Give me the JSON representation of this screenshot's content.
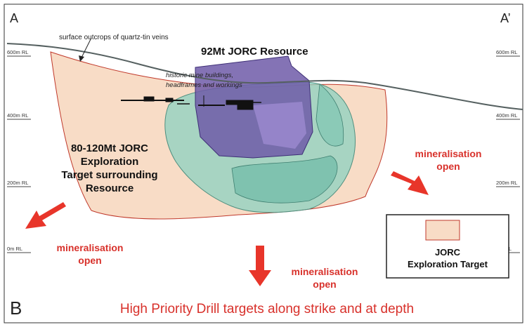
{
  "section": {
    "start_label": "A",
    "end_label": "A’",
    "panel_label": "B"
  },
  "rl_levels": [
    "600m RL",
    "400m RL",
    "200m RL",
    "0m RL"
  ],
  "annotations": {
    "surface_outcrops": "surface outcrops of quartz-tin veins",
    "historic_line1": "historic mine buildings,",
    "historic_line2": "headframes and workings",
    "resource": "92Mt JORC Resource",
    "target_line1": "80-120Mt JORC",
    "target_line2": "Exploration",
    "target_line3": "Target surrounding",
    "target_line4": "Resource",
    "min_open_right_line1": "mineralisation",
    "min_open_right_line2": "open",
    "min_open_left_line1": "mineralisation",
    "min_open_left_line2": "open",
    "min_open_bottom_line1": "mineralisation",
    "min_open_bottom_line2": "open",
    "drill_targets": "High Priority Drill targets along strike and at depth"
  },
  "legend": {
    "line1": "JORC",
    "line2": "Exploration Target"
  },
  "colors": {
    "exploration_fill": "#f8dcc6",
    "resource_fill": "#6e5aa8",
    "mineral_fill": "#8cd2c0",
    "arrow": "#e8352a",
    "label_red": "#d8312b",
    "outline": "#c0392b"
  }
}
